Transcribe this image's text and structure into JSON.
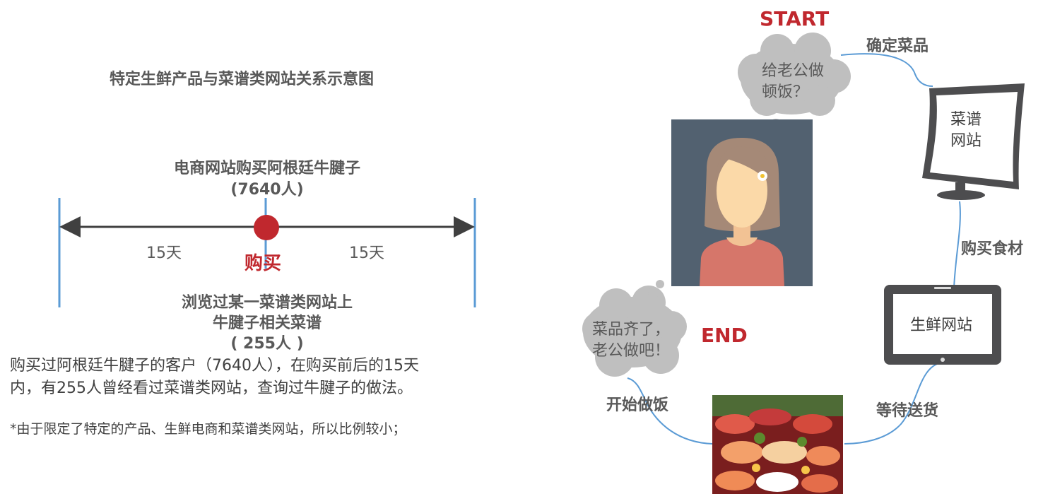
{
  "left_panel": {
    "title": "特定生鲜产品与菜谱类网站关系示意图",
    "purchase_label_line1": "电商网站购买阿根廷牛腱子",
    "purchase_label_line2": "(7640人)",
    "left_days": "15天",
    "right_days": "15天",
    "point_label": "购买",
    "browse_line1": "浏览过某一菜谱类网站上",
    "browse_line2": "牛腱子相关菜谱",
    "browse_line3": "( 255人 )",
    "description_line1": "购买过阿根廷牛腱子的客户（7640人），在购买前后的15天",
    "description_line2": "内，有255人曾经看过菜谱类网站，查询过牛腱子的做法。",
    "note": "*由于限定了特定的产品、生鲜电商和菜谱类网站，所以比例较小；"
  },
  "right_panel": {
    "start_label": "START",
    "end_label": "END",
    "bubble_top_line1": "给老公做",
    "bubble_top_line2": "顿饭？",
    "bubble_bottom_line1": "菜品齐了，",
    "bubble_bottom_line2": "老公做吧！",
    "monitor_line1": "菜谱",
    "monitor_line2": "网站",
    "tablet_label": "生鲜网站",
    "step_confirm": "确定菜品",
    "step_buy": "购买食材",
    "step_wait": "等待送货",
    "step_cook": "开始做饭"
  },
  "colors": {
    "accent_red": "#c0282e",
    "line_blue": "#5b9bd5",
    "text_gray": "#595959",
    "device_gray": "#4d4d4f",
    "bubble_gray": "#bfbfbf",
    "portrait_bg": "#526170"
  },
  "icons": [
    "woman-avatar-icon",
    "monitor-icon",
    "tablet-icon",
    "thought-bubble-icon",
    "seafood-platter-image"
  ]
}
